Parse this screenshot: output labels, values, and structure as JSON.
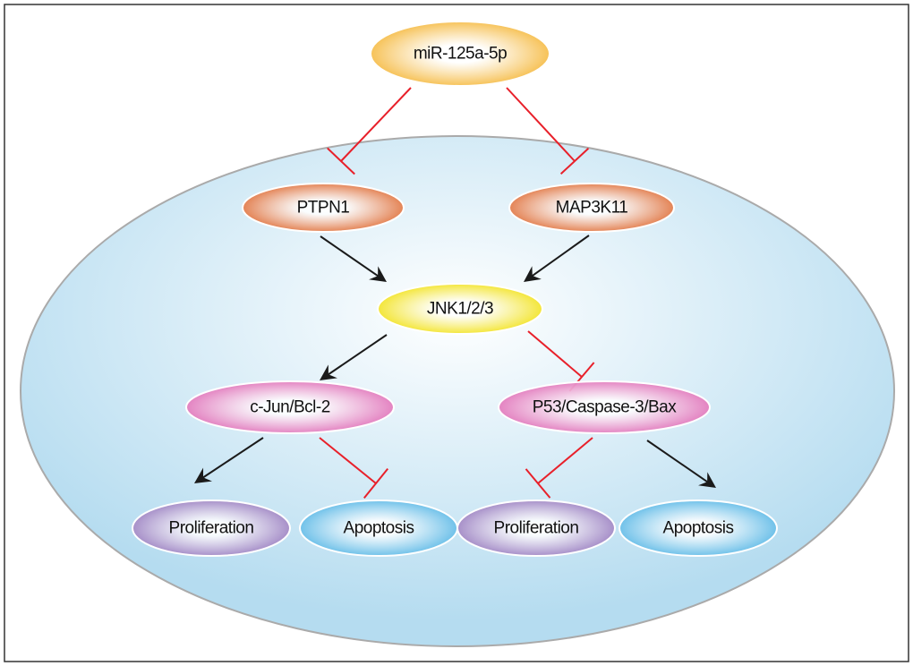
{
  "nodes": {
    "mir": {
      "label": "miR-125a-5p",
      "color": "#f5b83c"
    },
    "ptpn1": {
      "label": "PTPN1",
      "color": "#e0703a"
    },
    "map3k11": {
      "label": "MAP3K11",
      "color": "#e0703a"
    },
    "jnk": {
      "label": "JNK1/2/3",
      "color": "#f2e21a"
    },
    "cjun": {
      "label": "c-Jun/Bcl-2",
      "color": "#e070b8"
    },
    "p53": {
      "label": "P53/Caspase-3/Bax",
      "color": "#e070b8"
    },
    "prolif1": {
      "label": "Proliferation",
      "color": "#9a7ec0"
    },
    "apop1": {
      "label": "Apoptosis",
      "color": "#5ab8e6"
    },
    "prolif2": {
      "label": "Proliferation",
      "color": "#9a7ec0"
    },
    "apop2": {
      "label": "Apoptosis",
      "color": "#5ab8e6"
    }
  },
  "edges": [
    {
      "from": "mir",
      "to": "ptpn1",
      "type": "inhibit"
    },
    {
      "from": "mir",
      "to": "map3k11",
      "type": "inhibit"
    },
    {
      "from": "ptpn1",
      "to": "jnk",
      "type": "activate"
    },
    {
      "from": "map3k11",
      "to": "jnk",
      "type": "activate"
    },
    {
      "from": "jnk",
      "to": "cjun",
      "type": "activate"
    },
    {
      "from": "jnk",
      "to": "p53",
      "type": "inhibit"
    },
    {
      "from": "cjun",
      "to": "prolif1",
      "type": "activate"
    },
    {
      "from": "cjun",
      "to": "apop1",
      "type": "inhibit"
    },
    {
      "from": "p53",
      "to": "prolif2",
      "type": "inhibit"
    },
    {
      "from": "p53",
      "to": "apop2",
      "type": "activate"
    }
  ],
  "colors": {
    "cell": "#b5dcf0",
    "activate": "#1a1a1a",
    "inhibit": "#e8202a"
  }
}
